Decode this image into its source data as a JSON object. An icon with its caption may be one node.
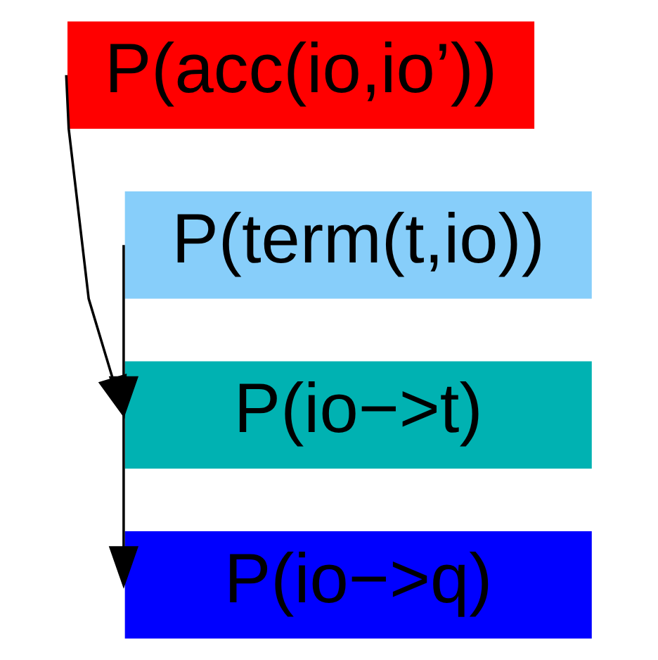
{
  "diagram": {
    "nodes": [
      {
        "text": [
          "P(acc(io,io’))"
        ]
      },
      {
        "text": [
          "P(term(t,io))"
        ]
      },
      {
        "text": [
          "P(io−>t)"
        ]
      },
      {
        "text": [
          "P(io−>q)"
        ]
      }
    ],
    "edges": [
      {
        "from": 0,
        "to": 2,
        "arrow": "to"
      },
      {
        "from": 1,
        "to": 2,
        "arrow": "to"
      },
      {
        "from": 2,
        "to": 3,
        "arrow": "to"
      }
    ]
  }
}
